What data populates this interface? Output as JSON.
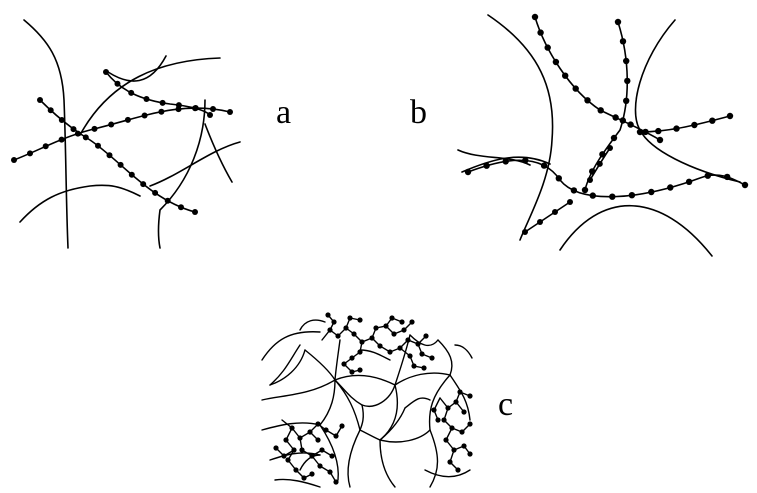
{
  "panels": {
    "a": {
      "label": "a"
    },
    "b": {
      "label": "b"
    },
    "c": {
      "label": "c"
    }
  },
  "colors": {
    "stroke": "#000000",
    "background": "#ffffff"
  }
}
